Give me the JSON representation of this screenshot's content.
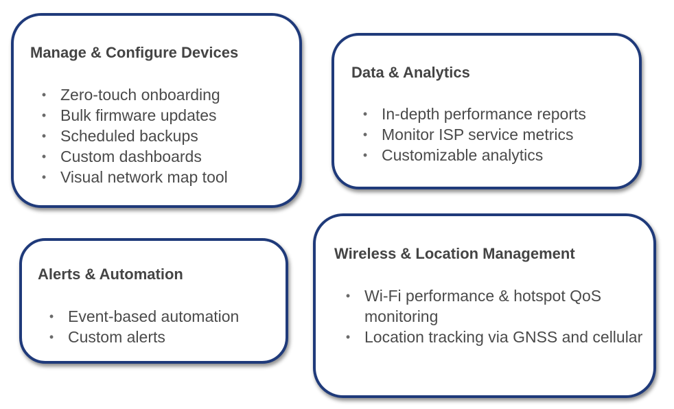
{
  "cards": {
    "manage": {
      "title": "Manage & Configure Devices",
      "items": [
        "Zero-touch onboarding",
        "Bulk firmware updates",
        "Scheduled backups",
        "Custom dashboards",
        "Visual network map tool"
      ]
    },
    "data": {
      "title": "Data & Analytics",
      "items": [
        "In-depth performance reports",
        "Monitor ISP service metrics",
        "Customizable analytics"
      ]
    },
    "alerts": {
      "title": "Alerts & Automation",
      "items": [
        "Event-based automation",
        "Custom alerts"
      ]
    },
    "wireless": {
      "title": "Wireless & Location Management",
      "items": [
        "Wi-Fi performance & hotspot QoS monitoring",
        "Location tracking via GNSS and cellular"
      ]
    }
  },
  "bullet_glyph": "•",
  "colors": {
    "card_border": "#1f3a7a",
    "title_text": "#444444",
    "body_text": "#4a4a4a"
  }
}
